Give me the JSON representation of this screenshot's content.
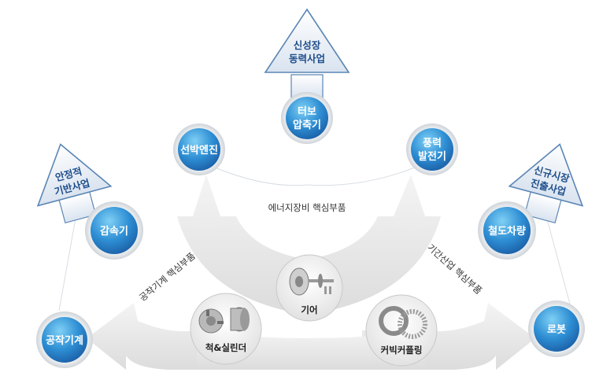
{
  "growth_arrows": {
    "top": [
      "신성장",
      "동력사업"
    ],
    "left": [
      "안정적",
      "기반사업"
    ],
    "right": [
      "신규시장",
      "진출사업"
    ]
  },
  "nodes": {
    "turbo": [
      "터보",
      "압축기"
    ],
    "ship_engine": "선박엔진",
    "wind": [
      "풍력",
      "발전기"
    ],
    "reducer": "감속기",
    "railway": "철도차량",
    "machine_tool": "공작기계",
    "robot": "로봇"
  },
  "path_labels": {
    "energy": "에너지장비 핵심부품",
    "machine": "공작기계 핵심부품",
    "industry": "기간산업 핵심부품"
  },
  "products": {
    "chuck": "척&실린더",
    "gear": "기어",
    "coupling": "커빅커플링"
  },
  "colors": {
    "node_light": "#6ec3ef",
    "node_dark": "#1a63ab",
    "arrow_text": "#1e4e8c",
    "arrow_fill": "#e6e6e6"
  }
}
